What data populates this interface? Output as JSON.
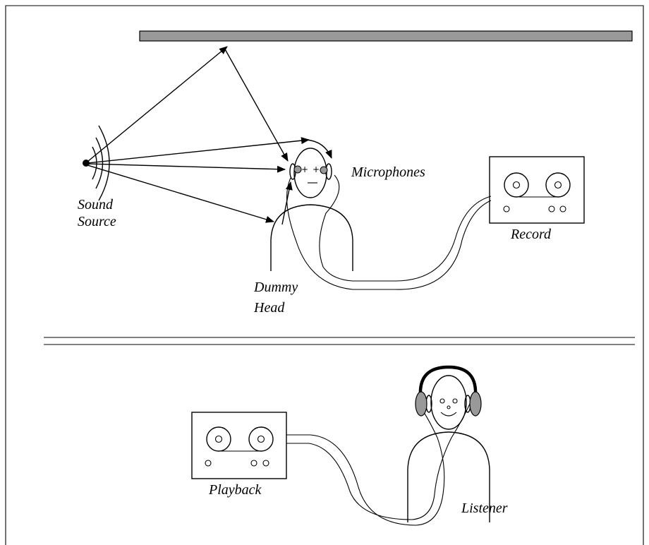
{
  "labels": {
    "sound_source_line1": "Sound",
    "sound_source_line2": "Source",
    "microphones": "Microphones",
    "dummy_head_line1": "Dummy",
    "dummy_head_line2": "Head",
    "record": "Record",
    "playback": "Playback",
    "listener": "Listener"
  },
  "colors": {
    "reflector": "#999999",
    "microphone": "#999999",
    "headphone_cup": "#999999",
    "line": "#000000"
  }
}
